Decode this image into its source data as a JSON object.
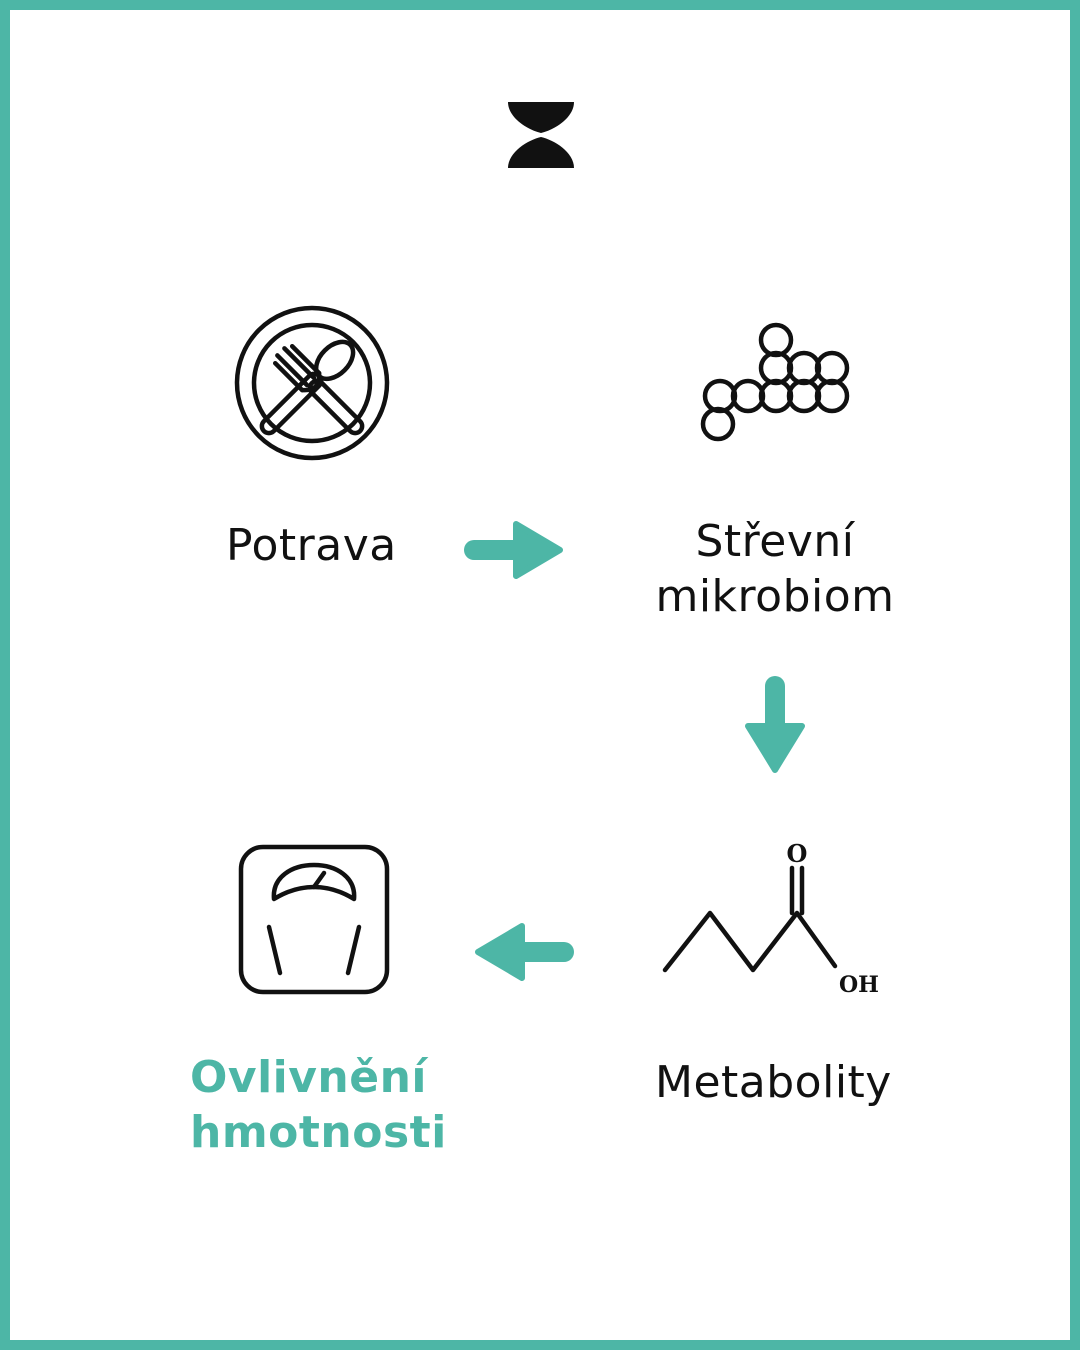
{
  "colors": {
    "frame": "#4db6a6",
    "accent": "#4db6a6",
    "ink": "#111111",
    "background": "#ffffff"
  },
  "logo": {
    "icon": "hourglass-logo-icon"
  },
  "nodes": {
    "food": {
      "label": "Potrava",
      "icon": "plate-fork-spoon-icon"
    },
    "microbiome": {
      "line1": "Střevní",
      "line2": "mikrobiom",
      "icon": "bacteria-cluster-icon"
    },
    "metabolites": {
      "label": "Metabolity",
      "icon": "butyric-acid-molecule-icon",
      "oxygen_label": "O",
      "hydroxyl_label": "OH"
    },
    "weight": {
      "line1": "Ovlivnění",
      "line2": "hmotnosti",
      "icon": "bathroom-scale-icon"
    }
  },
  "arrows": [
    {
      "name": "arrow-right-icon",
      "direction": "right"
    },
    {
      "name": "arrow-down-icon",
      "direction": "down"
    },
    {
      "name": "arrow-left-icon",
      "direction": "left"
    }
  ]
}
